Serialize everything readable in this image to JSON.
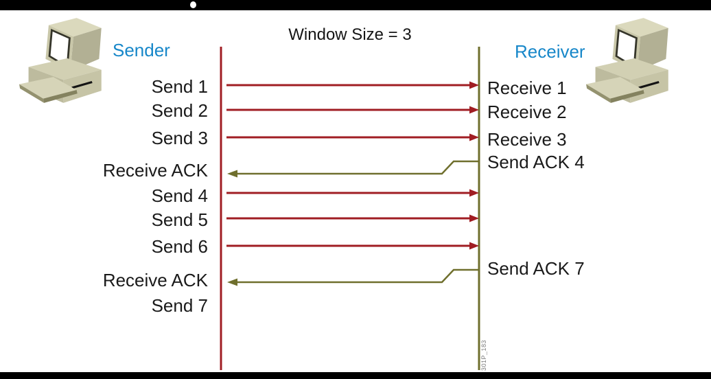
{
  "slide": {
    "title": "Window Size = 3",
    "watermark": "301P_183"
  },
  "actors": {
    "sender": {
      "label": "Sender"
    },
    "receiver": {
      "label": "Receiver"
    }
  },
  "left_events": [
    {
      "label": "Send 1",
      "arrow": "send-right"
    },
    {
      "label": "Send 2",
      "arrow": "send-right"
    },
    {
      "label": "Send 3",
      "arrow": "send-right"
    },
    {
      "label": "Receive ACK",
      "arrow": "ack-left"
    },
    {
      "label": "Send 4",
      "arrow": "send-right"
    },
    {
      "label": "Send 5",
      "arrow": "send-right"
    },
    {
      "label": "Send 6",
      "arrow": "send-right"
    },
    {
      "label": "Receive ACK",
      "arrow": "ack-left"
    },
    {
      "label": "Send 7",
      "arrow": "none"
    }
  ],
  "right_events": [
    {
      "label": "Receive 1"
    },
    {
      "label": "Receive 2"
    },
    {
      "label": "Receive 3"
    },
    {
      "label": "Send ACK 4"
    },
    {
      "label": "Send ACK 7"
    }
  ],
  "colors": {
    "data_arrow": "#a01d23",
    "ack_arrow": "#6f6f2d",
    "actor_label": "#1787c9",
    "event_text": "#1a1a1a",
    "bar": "#000000"
  }
}
